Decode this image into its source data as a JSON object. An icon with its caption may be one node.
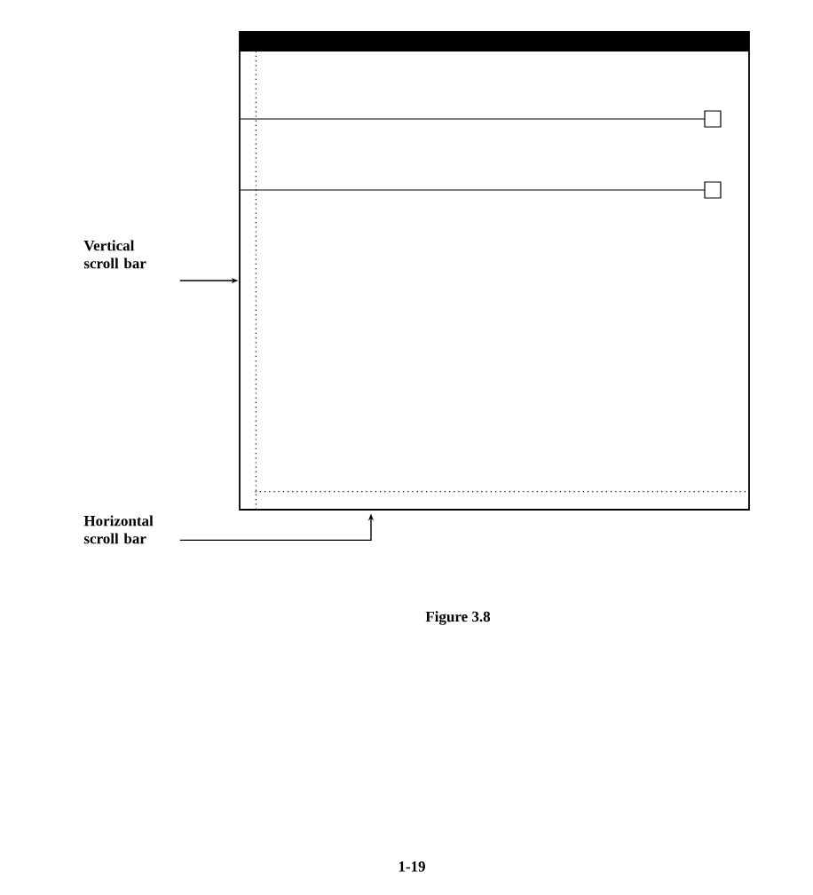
{
  "diagram": {
    "caption": "Figure 3.8",
    "nodes": [
      {
        "text": [
          "Vertical scroll bar"
        ]
      },
      {
        "text": [],
        "shape": "bar"
      },
      {
        "text": [
          "Horizontal scroll bar"
        ]
      },
      {
        "text": [],
        "shape": "bar"
      }
    ],
    "edges": [
      {
        "from": 0,
        "to": 1,
        "arrow": "to"
      },
      {
        "from": 2,
        "to": 3,
        "arrow": "to"
      }
    ],
    "labels": [
      "1-19"
    ]
  }
}
